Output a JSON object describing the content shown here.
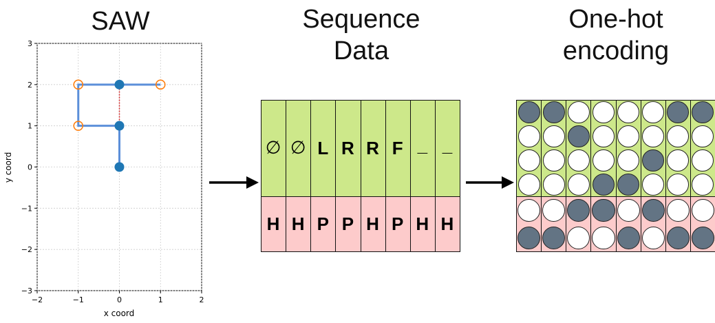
{
  "titles": {
    "saw": "SAW",
    "sequence_line1": "Sequence",
    "sequence_line2": "Data",
    "onehot_line1": "One-hot",
    "onehot_line2": "encoding"
  },
  "chart_data": {
    "type": "line",
    "xlabel": "x coord",
    "ylabel": "y coord",
    "xlim": [
      -2,
      2
    ],
    "ylim": [
      -3,
      3
    ],
    "xticks": [
      "−2",
      "−1",
      "0",
      "1",
      "2"
    ],
    "yticks": [
      "−3",
      "−2",
      "−1",
      "0",
      "1",
      "2",
      "3"
    ],
    "grid": true,
    "path": [
      [
        0,
        0
      ],
      [
        0,
        1
      ],
      [
        -1,
        1
      ],
      [
        -1,
        2
      ],
      [
        0,
        2
      ],
      [
        1,
        2
      ]
    ],
    "h_points": [
      [
        0,
        0
      ],
      [
        0,
        1
      ],
      [
        0,
        2
      ]
    ],
    "p_points": [
      [
        -1,
        1
      ],
      [
        -1,
        2
      ],
      [
        1,
        2
      ]
    ],
    "contacts": [
      [
        [
          0,
          1
        ],
        [
          0,
          2
        ]
      ]
    ],
    "colors": {
      "path": "#5b8fd9",
      "h": "#1f77b4",
      "p": "#ff7f0e",
      "contact": "#d62728"
    }
  },
  "sequence": {
    "directions": [
      "∅",
      "∅",
      "L",
      "R",
      "R",
      "F",
      "_",
      "_"
    ],
    "residues": [
      "H",
      "H",
      "P",
      "P",
      "H",
      "P",
      "H",
      "H"
    ],
    "colors": {
      "top": "#cde88a",
      "bottom": "#fdcbcb"
    }
  },
  "onehot": {
    "top": [
      [
        1,
        1,
        0,
        0,
        0,
        0,
        1,
        1
      ],
      [
        0,
        0,
        1,
        0,
        0,
        0,
        0,
        0
      ],
      [
        0,
        0,
        0,
        0,
        0,
        1,
        0,
        0
      ],
      [
        0,
        0,
        0,
        1,
        1,
        0,
        0,
        0
      ]
    ],
    "bottom": [
      [
        0,
        0,
        1,
        1,
        0,
        1,
        0,
        0
      ],
      [
        1,
        1,
        0,
        0,
        1,
        0,
        1,
        1
      ]
    ],
    "colors": {
      "filled": "#637484",
      "empty": "#ffffff"
    }
  }
}
